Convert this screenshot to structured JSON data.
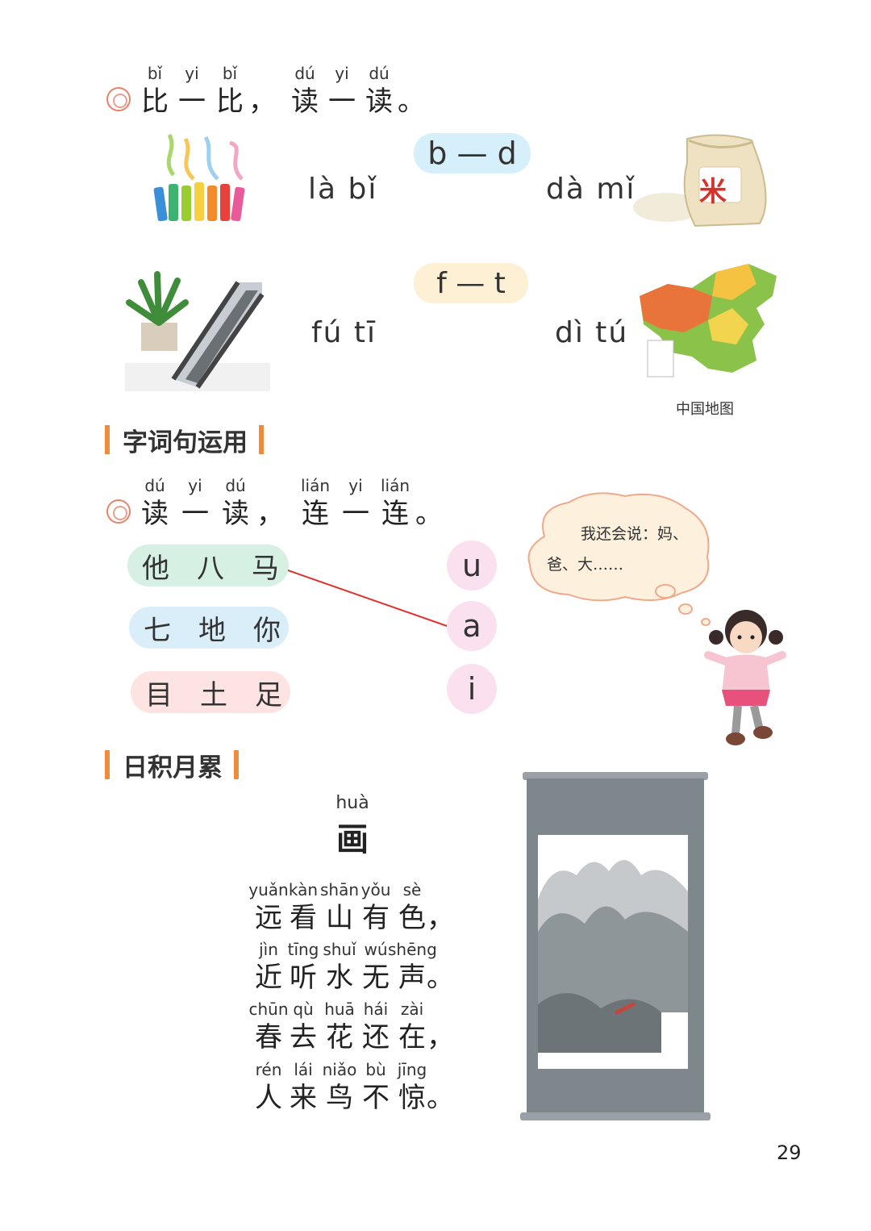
{
  "section1": {
    "heading": [
      {
        "py": "bǐ",
        "hz": "比"
      },
      {
        "py": "yi",
        "hz": "一"
      },
      {
        "py": "bǐ",
        "hz": "比"
      },
      {
        "py": "",
        "hz": "，"
      },
      {
        "py": "dú",
        "hz": "读"
      },
      {
        "py": "yi",
        "hz": "一"
      },
      {
        "py": "dú",
        "hz": "读"
      },
      {
        "py": "",
        "hz": "。"
      }
    ],
    "pair1": "b — d",
    "pair2": "f — t",
    "word_labi": "là  bǐ",
    "word_dami": "dà  mǐ",
    "word_futi": "fú  tī",
    "word_ditu": "dì  tú",
    "rice_char": "米",
    "map_caption": "中国地图"
  },
  "section2": {
    "title": "字词句运用",
    "heading": [
      {
        "py": "dú",
        "hz": "读"
      },
      {
        "py": "yi",
        "hz": "一"
      },
      {
        "py": "dú",
        "hz": "读"
      },
      {
        "py": "",
        "hz": "，"
      },
      {
        "py": "lián",
        "hz": "连"
      },
      {
        "py": "yi",
        "hz": "一"
      },
      {
        "py": "lián",
        "hz": "连"
      },
      {
        "py": "",
        "hz": "。"
      }
    ],
    "groups": [
      {
        "chars": [
          "他",
          "八",
          "马"
        ],
        "color": "#d7f0e4"
      },
      {
        "chars": [
          "七",
          "地",
          "你"
        ],
        "color": "#d9eef9"
      },
      {
        "chars": [
          "目",
          "土",
          "足"
        ],
        "color": "#fde3e1"
      }
    ],
    "vowels": [
      "u",
      "a",
      "i"
    ],
    "thought_line1": "我还会说：妈、",
    "thought_line2": "爸、大……"
  },
  "section3": {
    "title": "日积月累",
    "poem_title": {
      "py": "huà",
      "hz": "画"
    },
    "lines": [
      [
        {
          "py": "yuǎn",
          "hz": "远"
        },
        {
          "py": "kàn",
          "hz": "看"
        },
        {
          "py": "shān",
          "hz": "山"
        },
        {
          "py": "yǒu",
          "hz": "有"
        },
        {
          "py": "sè",
          "hz": "色"
        },
        {
          "py": "",
          "hz": "，"
        }
      ],
      [
        {
          "py": "jìn",
          "hz": "近"
        },
        {
          "py": "tīng",
          "hz": "听"
        },
        {
          "py": "shuǐ",
          "hz": "水"
        },
        {
          "py": "wú",
          "hz": "无"
        },
        {
          "py": "shēng",
          "hz": "声"
        },
        {
          "py": "",
          "hz": "。"
        }
      ],
      [
        {
          "py": "chūn",
          "hz": "春"
        },
        {
          "py": "qù",
          "hz": "去"
        },
        {
          "py": "huā",
          "hz": "花"
        },
        {
          "py": "hái",
          "hz": "还"
        },
        {
          "py": "zài",
          "hz": "在"
        },
        {
          "py": "",
          "hz": "，"
        }
      ],
      [
        {
          "py": "rén",
          "hz": "人"
        },
        {
          "py": "lái",
          "hz": "来"
        },
        {
          "py": "niǎo",
          "hz": "鸟"
        },
        {
          "py": "bù",
          "hz": "不"
        },
        {
          "py": "jīng",
          "hz": "惊"
        },
        {
          "py": "",
          "hz": "。"
        }
      ]
    ]
  },
  "page_number": "29",
  "colors": {
    "accent": "#f08a3c",
    "seal": "#e8826a",
    "link_line": "#e0322c"
  }
}
